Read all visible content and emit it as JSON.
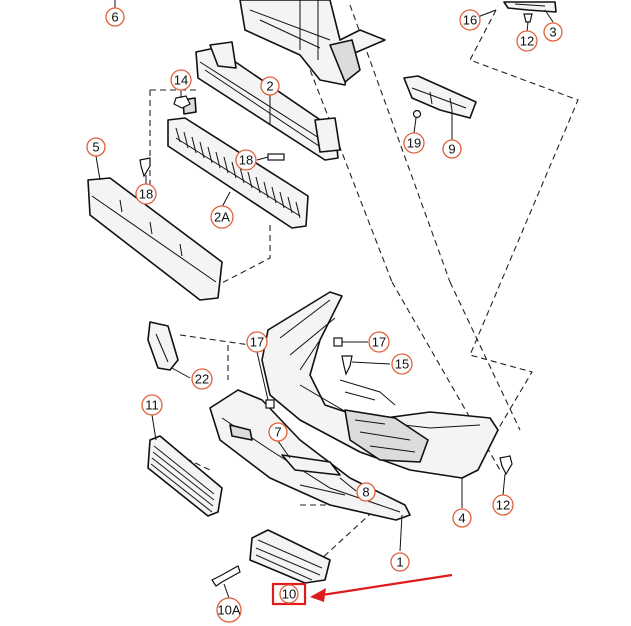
{
  "diagram": {
    "callouts": {
      "c6": "6",
      "c16": "16",
      "c12_top": "12",
      "c3": "3",
      "c14": "14",
      "c2": "2",
      "c19": "19",
      "c9": "9",
      "c5": "5",
      "c18_mid": "18",
      "c18_left": "18",
      "c2A": "2A",
      "c17_left": "17",
      "c17_right": "17",
      "c15": "15",
      "c22": "22",
      "c11": "11",
      "c7": "7",
      "c8": "8",
      "c12_right": "12",
      "c4": "4",
      "c1": "1",
      "c10": "10",
      "c10A": "10A"
    },
    "highlight_color": "#e01b1b",
    "callout_color": "#e0603a"
  }
}
